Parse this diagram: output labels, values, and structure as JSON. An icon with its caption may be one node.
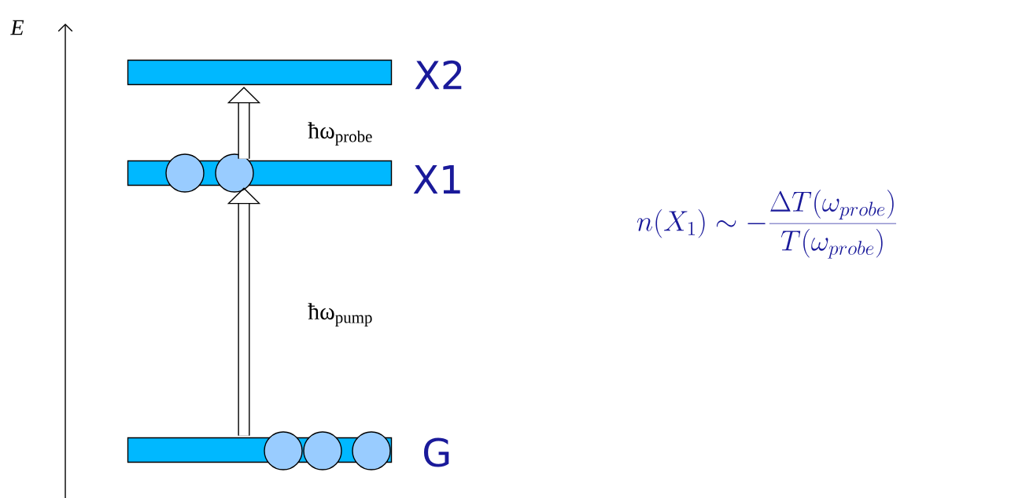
{
  "diagram": {
    "nodes": [
      {
        "text": [],
        "shape": "bar",
        "beside": [
          "X2"
        ]
      },
      {
        "text": [],
        "shape": "bar",
        "beside": [
          "X1"
        ]
      },
      {
        "text": [],
        "shape": "circle"
      },
      {
        "text": [],
        "shape": "circle"
      },
      {
        "text": [],
        "shape": "bar",
        "beside": [
          "G"
        ]
      },
      {
        "text": [],
        "shape": "circle"
      },
      {
        "text": [],
        "shape": "circle"
      },
      {
        "text": [],
        "shape": "circle"
      }
    ],
    "edges": [
      {
        "from": 4,
        "to": 1,
        "arrow": "to",
        "label": "ħω$_{pump}$"
      },
      {
        "from": 1,
        "to": 0,
        "arrow": "to",
        "label": "ħω$_{probe}$"
      }
    ],
    "labels": [
      "E",
      "n(X_1)\\sim -\\frac{\\Delta T(\\omega_{probe})}{T(\\omega_{probe})}"
    ]
  }
}
